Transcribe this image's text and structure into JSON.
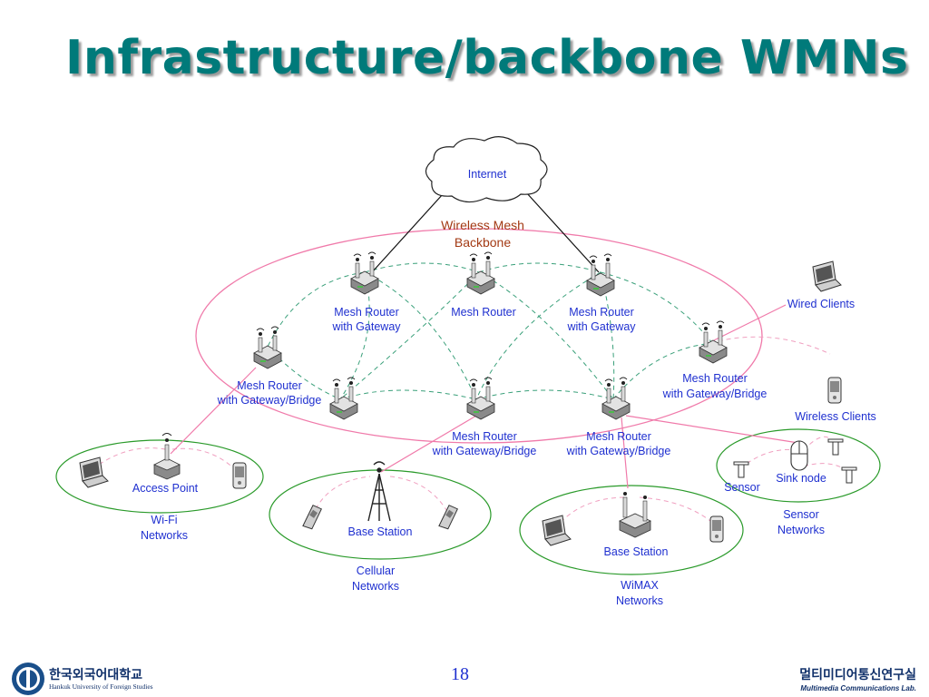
{
  "slide": {
    "title": "Infrastructure/backbone WMNs",
    "page_number": "18"
  },
  "diagram": {
    "internet": "Internet",
    "backbone_label_1": "Wireless Mesh",
    "backbone_label_2": "Backbone",
    "routers": {
      "r1": [
        "Mesh Router",
        "with Gateway"
      ],
      "r2": [
        "Mesh Router"
      ],
      "r3": [
        "Mesh Router",
        "with Gateway"
      ],
      "r4": [
        "Mesh Router",
        "with Gateway/Bridge"
      ],
      "r5": [
        "Mesh Router",
        "with Gateway/Bridge"
      ],
      "r6": [
        "Mesh Router",
        "with Gateway/Bridge"
      ],
      "r7": [
        "Mesh Router",
        "with Gateway/Bridge"
      ]
    },
    "wired_clients": "Wired Clients",
    "wireless_clients": "Wireless Clients",
    "wifi": {
      "device": "Access Point",
      "network_1": "Wi-Fi",
      "network_2": "Networks"
    },
    "cellular": {
      "device": "Base Station",
      "network_1": "Cellular",
      "network_2": "Networks"
    },
    "wimax": {
      "device": "Base Station",
      "network_1": "WiMAX",
      "network_2": "Networks"
    },
    "sensor": {
      "sink": "Sink node",
      "sensor": "Sensor",
      "network_1": "Sensor",
      "network_2": "Networks"
    }
  },
  "footer": {
    "univ_korean": "한국외국어대학교",
    "univ_english": "Hankuk University of Foreign Studies",
    "lab_korean": "멀티미디어통신연구실",
    "lab_english": "Multimedia Communications Lab."
  },
  "colors": {
    "title": "#007a7a",
    "labels": "#1f30d0",
    "backbone_label": "#a33a14",
    "backbone_ellipse": "#f07aaa",
    "client_ellipse": "#2a9a2a",
    "mesh_link": "#3aa07a"
  }
}
